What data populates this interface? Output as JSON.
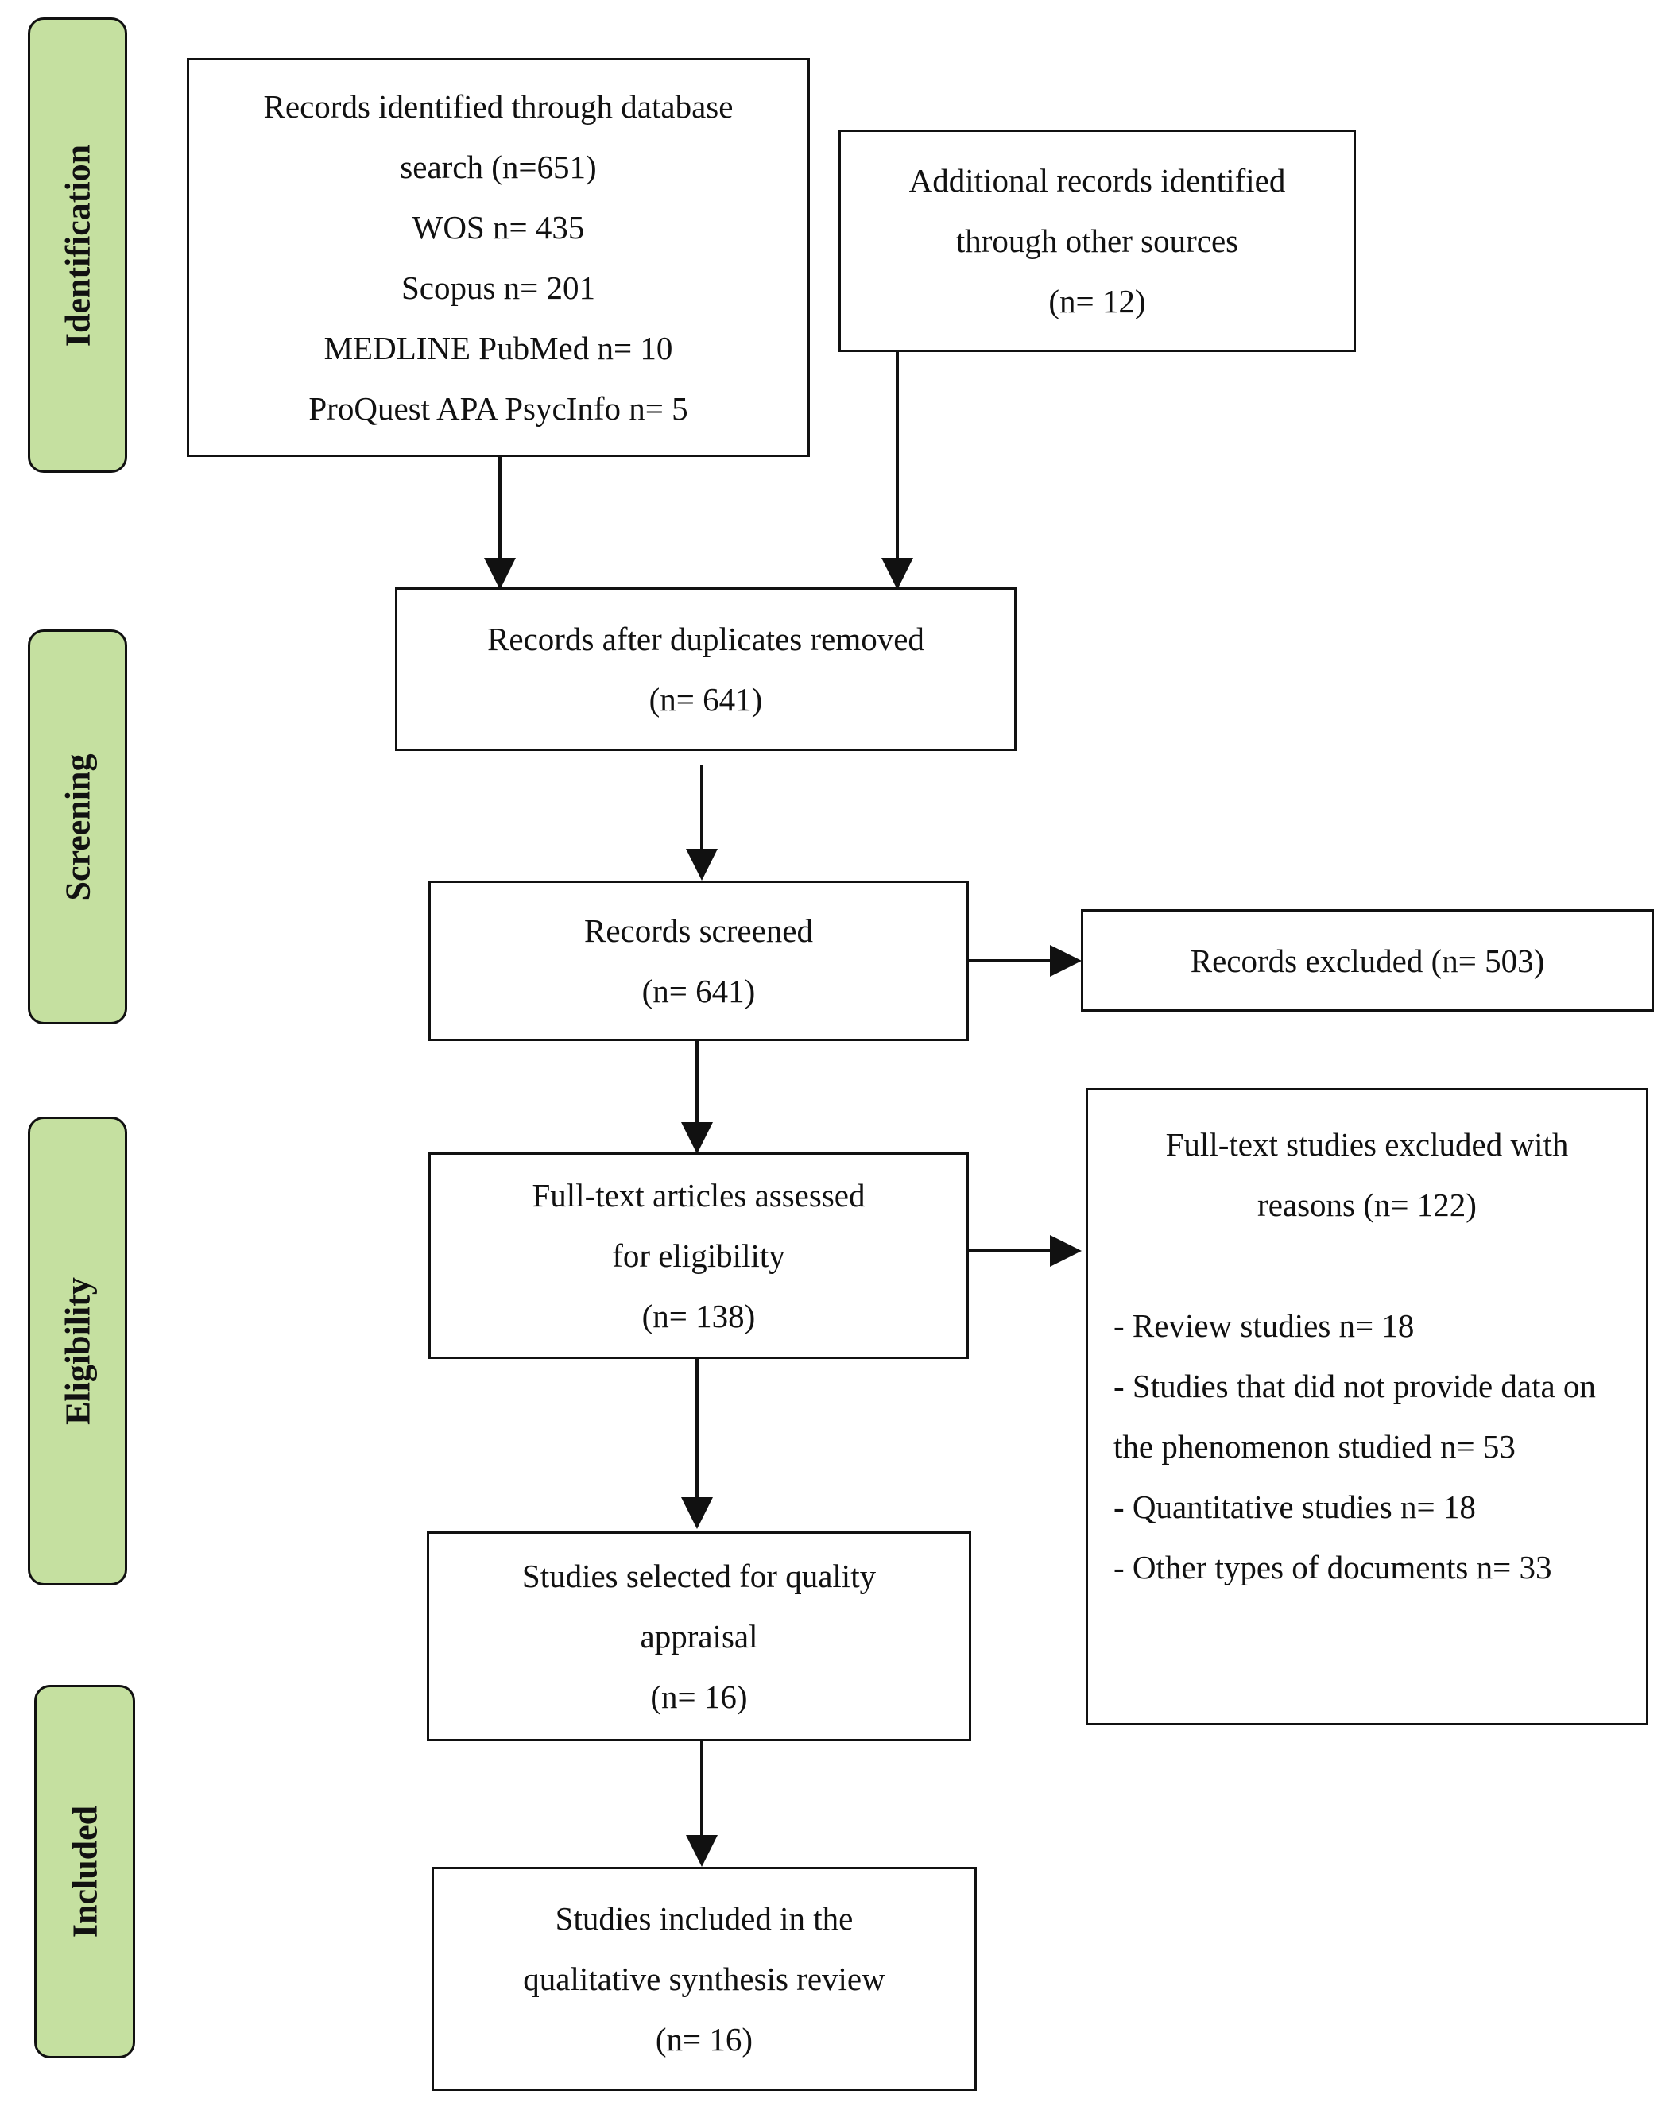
{
  "phases": {
    "identification": "Identification",
    "screening": "Screening",
    "eligibility": "Eligibility",
    "included": "Included"
  },
  "identified": {
    "line1": "Records identified through database",
    "line2": "search (n=651)",
    "line3": "WOS n= 435",
    "line4": "Scopus n= 201",
    "line5": "MEDLINE PubMed n= 10",
    "line6": "ProQuest APA PsycInfo n= 5"
  },
  "additional": {
    "line1": "Additional records identified",
    "line2": "through other sources",
    "line3": "(n= 12)"
  },
  "duplicates": {
    "line1": "Records after duplicates removed",
    "line2": "(n= 641)"
  },
  "screened": {
    "line1": "Records screened",
    "line2": "(n= 641)"
  },
  "excluded": {
    "line1": "Records excluded (n= 503)"
  },
  "fulltext": {
    "line1": "Full-text articles assessed",
    "line2": "for eligibility",
    "line3": "(n= 138)"
  },
  "fulltext_excluded": {
    "line1": "Full-text studies excluded with",
    "line2": "reasons (n= 122)",
    "reasons": [
      "- Review studies n= 18",
      "- Studies that did not provide data on the phenomenon studied n= 53",
      "- Quantitative studies n= 18",
      "- Other types of documents n= 33"
    ]
  },
  "quality": {
    "line1": "Studies selected for quality",
    "line2": "appraisal",
    "line3": "(n= 16)"
  },
  "included": {
    "line1": "Studies included in the",
    "line2": "qualitative synthesis review",
    "line3": "(n= 16)"
  }
}
